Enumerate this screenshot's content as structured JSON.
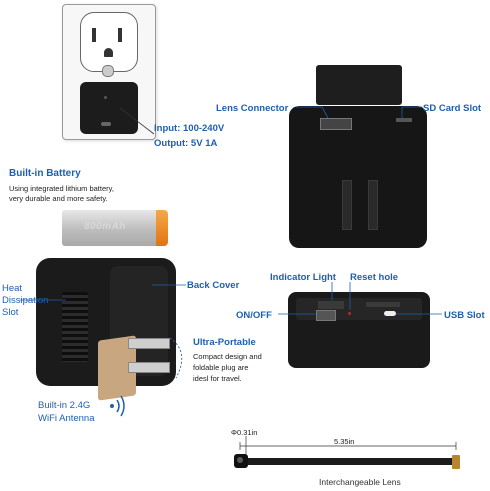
{
  "outlet": {
    "input": "Input: 100-240V",
    "output": "Output: 5V 1A"
  },
  "battery": {
    "title": "Built-in Battery",
    "desc_line1": "Using integrated lithium battery,",
    "desc_line2": "very durable and more safety.",
    "capacity_text": "800mAh"
  },
  "top_device": {
    "lens_connector": "Lens Connector",
    "sd_card_slot": "SD Card Slot"
  },
  "cube": {
    "heat_line1": "Heat",
    "heat_line2": "Dissipation",
    "heat_line3": "Slot",
    "back_cover": "Back Cover",
    "ultra_portable": "Ultra-Portable",
    "ultra_desc1": "Compact design and",
    "ultra_desc2": "foldable plug are",
    "ultra_desc3": "idesl for travel.",
    "antenna_line1": "Built-in 2.4G",
    "antenna_line2": "WiFi Antenna"
  },
  "side_device": {
    "indicator_light": "Indicator Light",
    "reset_hole": "Reset hole",
    "on_off": "ON/OFF",
    "usb_slot": "USB Slot"
  },
  "lens": {
    "diameter": "Φ0.31in",
    "length": "5.35in",
    "caption": "Interchangeable Lens"
  },
  "colors": {
    "label_blue": "#1f5fb0",
    "battery_orange": "#f08a1c",
    "device_black": "#1c1c1c"
  }
}
